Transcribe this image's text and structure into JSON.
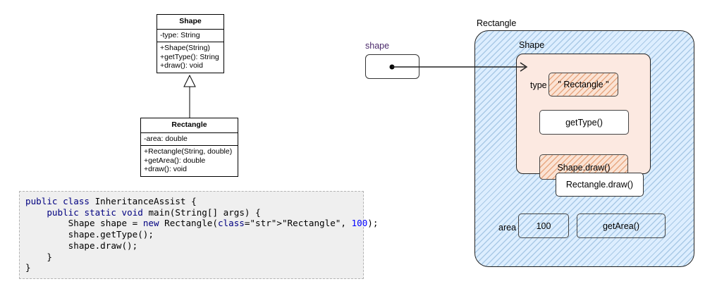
{
  "uml": {
    "shape": {
      "name": "Shape",
      "attributes": [
        "-type: String"
      ],
      "methods": [
        "+Shape(String)",
        "+getType(): String",
        "+draw(): void"
      ]
    },
    "rectangle": {
      "name": "Rectangle",
      "attributes": [
        "-area: double"
      ],
      "methods": [
        "+Rectangle(String, double)",
        "+getArea(): double",
        "+draw(): void"
      ]
    }
  },
  "code": {
    "lines": [
      "public class InheritanceAssist {",
      "    public static void main(String[] args) {",
      "        Shape shape = new Rectangle(\"Rectangle\", 100);",
      "        shape.getType();",
      "        shape.draw();",
      "    }",
      "}"
    ]
  },
  "memory": {
    "variable_label": "shape",
    "outer_object_label": "Rectangle",
    "inner_object_label": "Shape",
    "type_label": "type",
    "type_value": "\" Rectangle \"",
    "get_type": "getType()",
    "shape_draw": "Shape.draw()",
    "rectangle_draw": "Rectangle.draw()",
    "area_label": "area",
    "area_value": "100",
    "get_area": "getArea()"
  },
  "colors": {
    "outer_fill": "#ddeeff",
    "outer_hatch": "#a9c9e6",
    "inner_fill": "#fce9e1",
    "field_hatch": "#e8a882",
    "string_literal": "#008000",
    "keyword": "#000080",
    "number": "#0000ff",
    "code_bg": "#efefef",
    "variable_label": "#4b2a6b"
  }
}
